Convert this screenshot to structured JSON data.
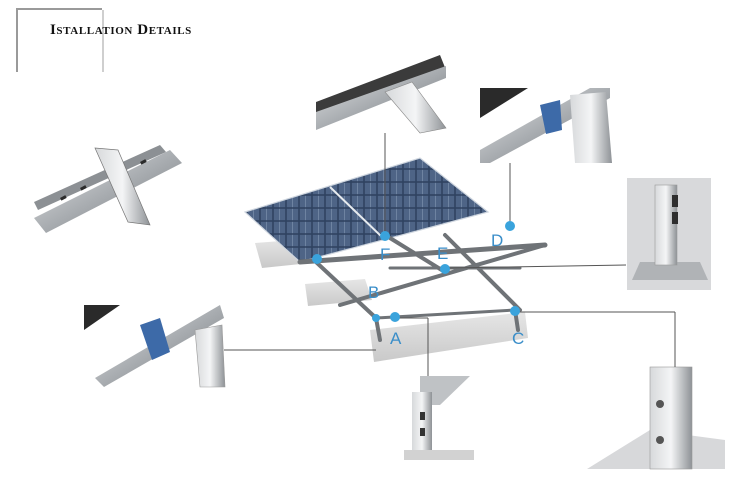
{
  "title": "Istallation Details",
  "colors": {
    "accent": "#3aa3dc",
    "label": "#3a8ec9",
    "panel": "#2d3f5a",
    "steel": "#b5b9bd"
  },
  "labels": {
    "a": "A",
    "b": "B",
    "c": "C",
    "d": "D",
    "e": "E",
    "f": "F"
  }
}
